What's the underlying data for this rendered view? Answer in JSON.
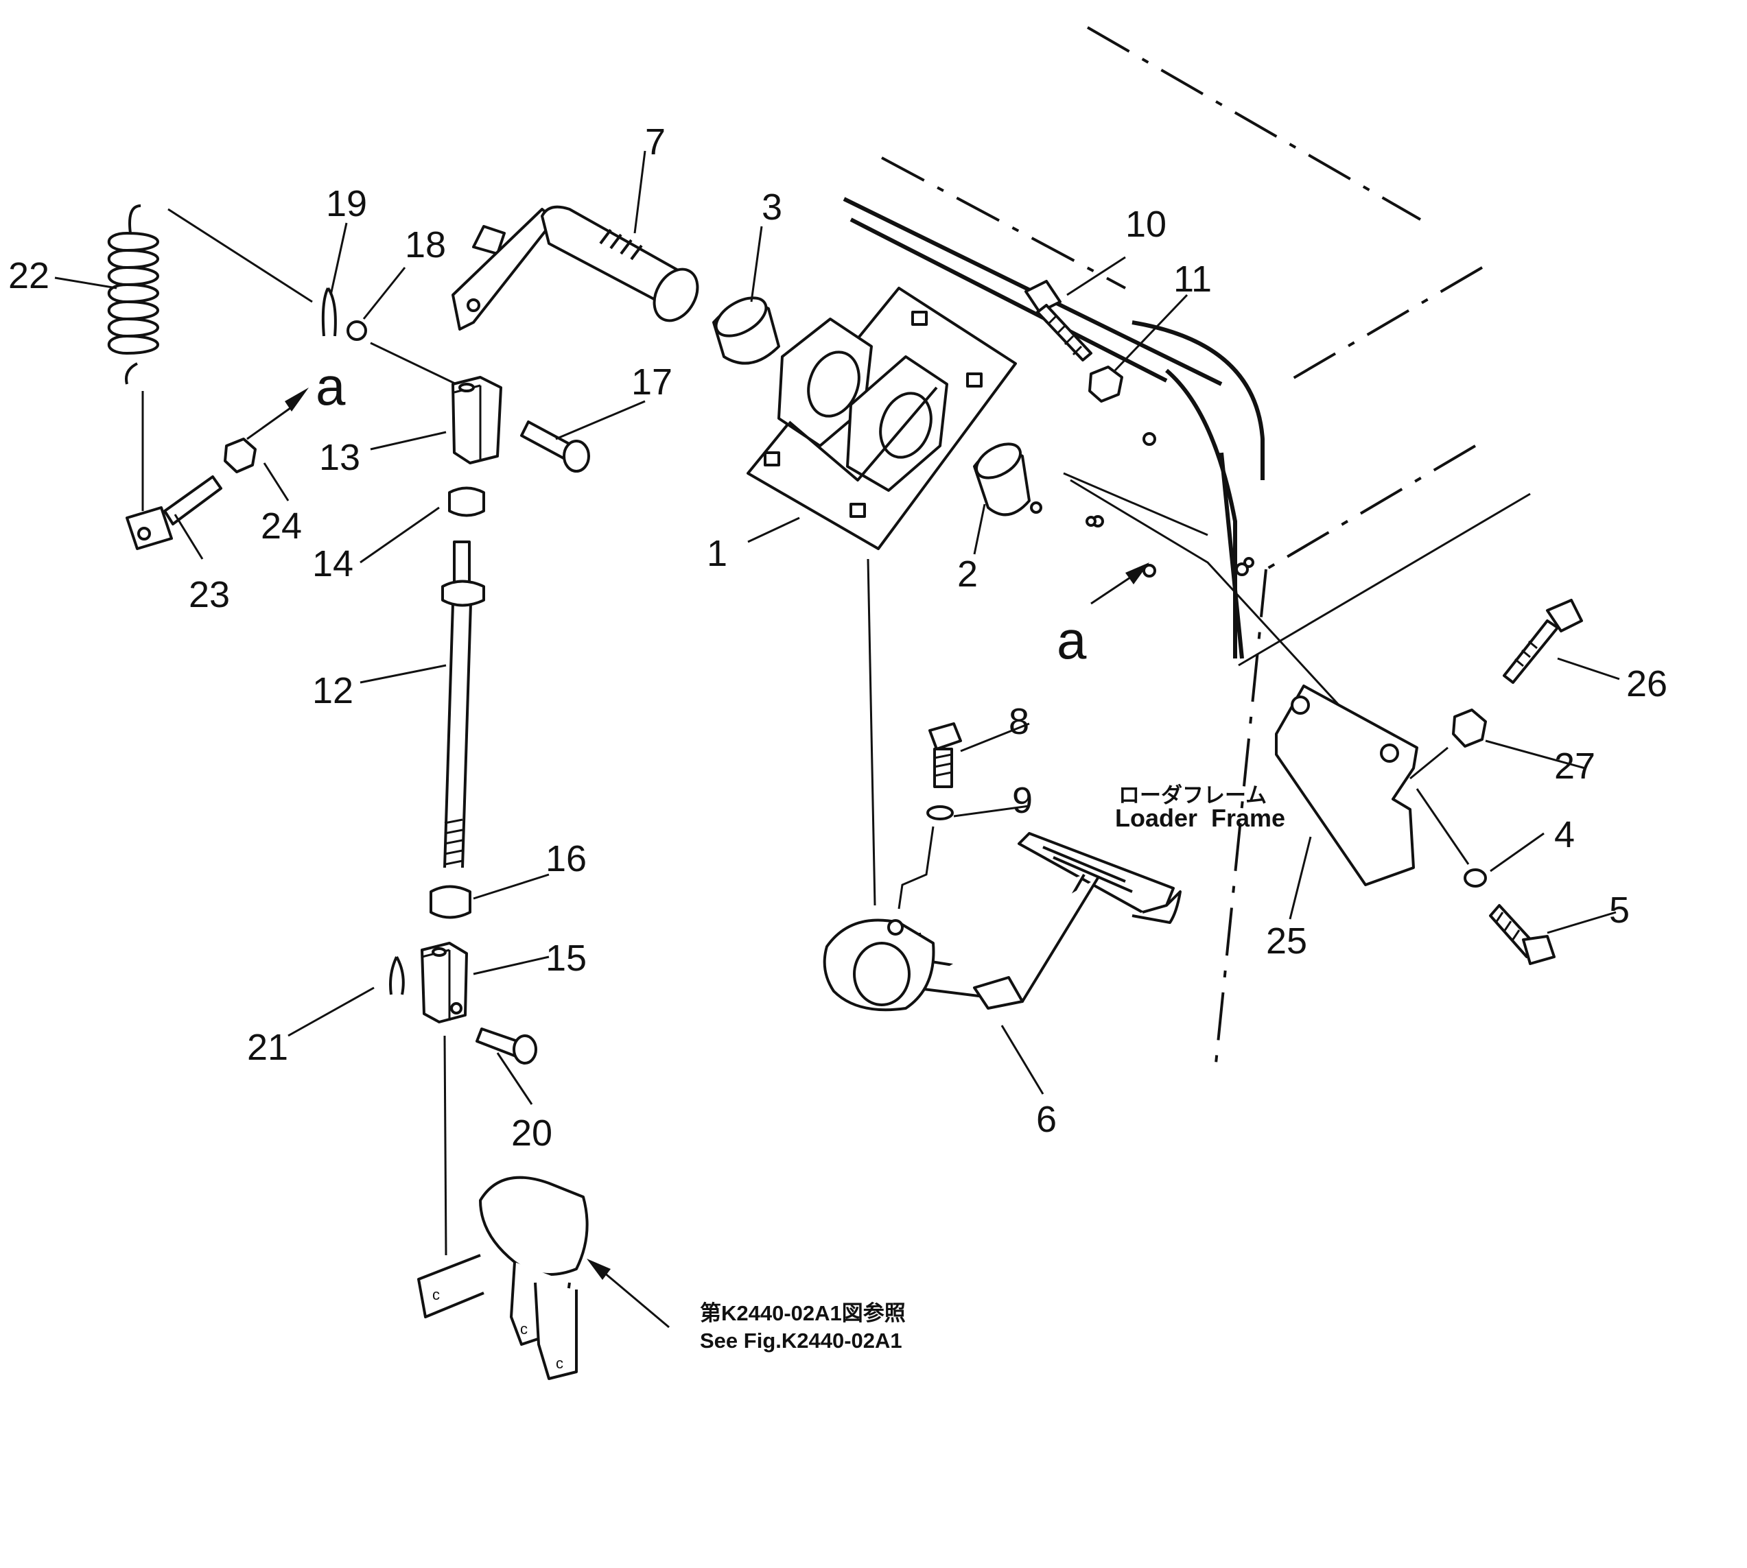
{
  "labels": {
    "p1": "1",
    "p2": "2",
    "p3": "3",
    "p4": "4",
    "p5": "5",
    "p6": "6",
    "p7": "7",
    "p8": "8",
    "p9": "9",
    "p10": "10",
    "p11": "11",
    "p12": "12",
    "p13": "13",
    "p14": "14",
    "p15": "15",
    "p16": "16",
    "p17": "17",
    "p18": "18",
    "p19": "19",
    "p20": "20",
    "p21": "21",
    "p22": "22",
    "p23": "23",
    "p24": "24",
    "p25": "25",
    "p26": "26",
    "p27": "27"
  },
  "markers": {
    "a_left": "a",
    "a_right": "a"
  },
  "annotations": {
    "loader_frame_jp": "ローダフレーム",
    "loader_frame_en": "Loader  Frame",
    "see_fig_jp": "第K2440-02A1図参照",
    "see_fig_en": "See Fig.K2440-02A1"
  }
}
